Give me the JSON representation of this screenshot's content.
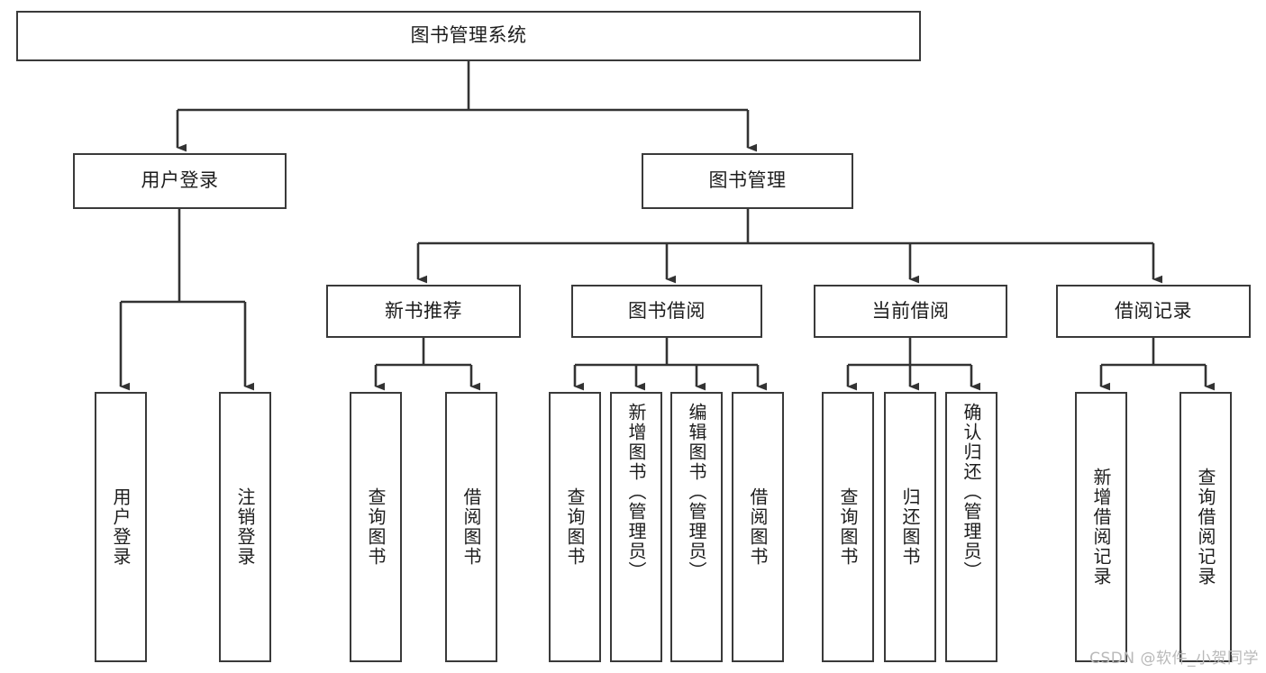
{
  "diagram": {
    "title": "图书管理系统",
    "watermark": "CSDN @软件_小贺同学",
    "colors": {
      "box_border": "#3a3a3a",
      "box_fill": "#ffffff",
      "edge": "#333333",
      "text": "#1d1d1d",
      "watermark": "#b9b9b9"
    },
    "root": {
      "label": "图书管理系统"
    },
    "level2": [
      {
        "label": "用户登录"
      },
      {
        "label": "图书管理"
      }
    ],
    "level3": [
      {
        "label": "新书推荐"
      },
      {
        "label": "图书借阅"
      },
      {
        "label": "当前借阅"
      },
      {
        "label": "借阅记录"
      }
    ],
    "leaves": {
      "user_login": [
        {
          "label": "用户登录"
        },
        {
          "label": "注销登录"
        }
      ],
      "new_book_recommend": [
        {
          "label": "查询图书"
        },
        {
          "label": "借阅图书"
        }
      ],
      "book_borrow": [
        {
          "label": "查询图书"
        },
        {
          "label": "新增图书（管理员）"
        },
        {
          "label": "编辑图书（管理员）"
        },
        {
          "label": "借阅图书"
        }
      ],
      "current_borrow": [
        {
          "label": "查询图书"
        },
        {
          "label": "归还图书"
        },
        {
          "label": "确认归还（管理员）"
        }
      ],
      "borrow_records": [
        {
          "label": "新增借阅记录"
        },
        {
          "label": "查询借阅记录"
        }
      ]
    }
  }
}
